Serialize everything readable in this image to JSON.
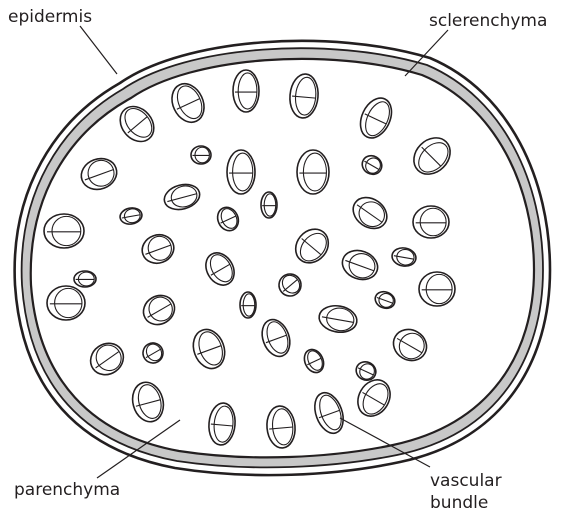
{
  "labels": {
    "epidermis": "epidermis",
    "sclerenchyma": "sclerenchyma",
    "parenchyma": "parenchyma",
    "vascular_line1": "vascular",
    "vascular_line2": "bundle"
  },
  "colors": {
    "outline": "#231f20",
    "sclerenchyma_band": "#c8c8c8",
    "background": "#ffffff"
  }
}
